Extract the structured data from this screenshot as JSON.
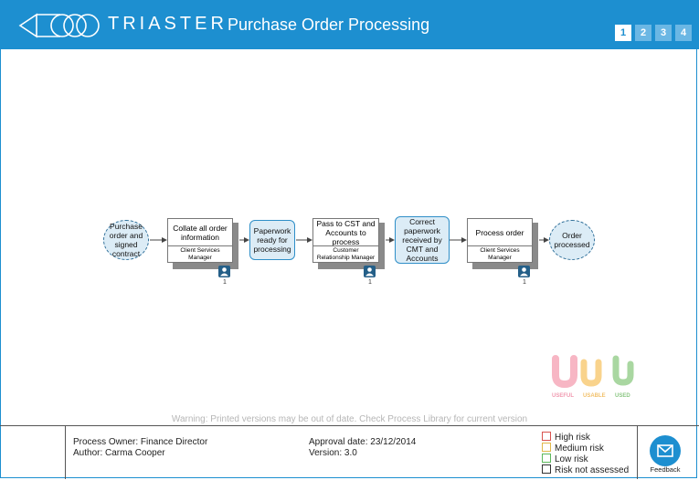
{
  "header": {
    "brand": "TRIASTER",
    "title": "Purchase Order Processing",
    "pages": [
      "1",
      "2",
      "3",
      "4"
    ],
    "active_page": "1"
  },
  "diagram": {
    "start_event": "Purchase order and signed contract",
    "task1": {
      "title": "Collate all order information",
      "role": "Client Services Manager",
      "count": "1"
    },
    "data1": "Paperwork ready for processing",
    "task2": {
      "title": "Pass to CST and Accounts to process",
      "role": "Customer Relationship Manager",
      "count": "1"
    },
    "data2": "Correct paperwork received by CMT and Accounts",
    "task3": {
      "title": "Process order",
      "role": "Client Services Manager",
      "count": "1"
    },
    "end_event": "Order processed"
  },
  "badge": {
    "useful": "USEFUL",
    "usable": "USABLE",
    "used": "USED"
  },
  "warning": "Warning: Printed versions may be out of date. Check Process Library for current version",
  "footer": {
    "owner": "Process Owner: Finance Director",
    "author": "Author: Carma Cooper",
    "approval": "Approval date: 23/12/2014",
    "version": "Version: 3.0",
    "legend": [
      {
        "label": "High risk",
        "color": "#d9534f"
      },
      {
        "label": "Medium risk",
        "color": "#e0b84a"
      },
      {
        "label": "Low risk",
        "color": "#5cb85c"
      },
      {
        "label": "Risk not assessed",
        "color": "#333333"
      }
    ],
    "feedback": "Feedback"
  },
  "colors": {
    "brand": "#1d8fd0"
  }
}
